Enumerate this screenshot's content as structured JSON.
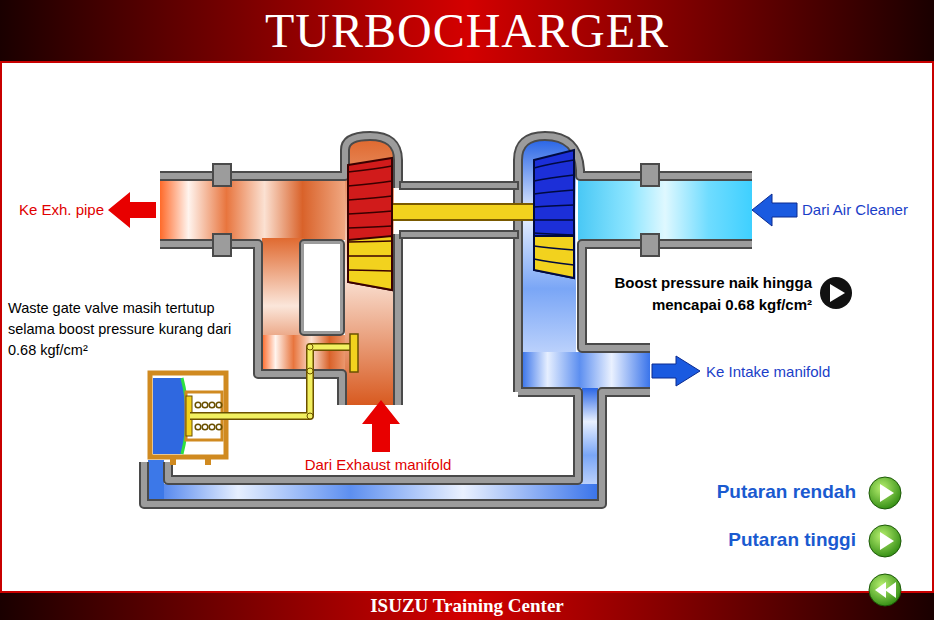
{
  "diagram": {
    "title": "TURBOCHARGER",
    "labels": [
      "Ke Exh. pipe",
      "Dari Air Cleaner",
      "Waste gate valve masih tertutup selama boost pressure kurang dari 0.68 kgf/cm²",
      "Boost pressure naik hingga mencapai 0.68 kgf/cm²",
      "Ke Intake manifold",
      "Dari Exhaust manifold",
      "Putaran rendah",
      "Putaran tinggi",
      "ISUZU Training Center"
    ]
  }
}
